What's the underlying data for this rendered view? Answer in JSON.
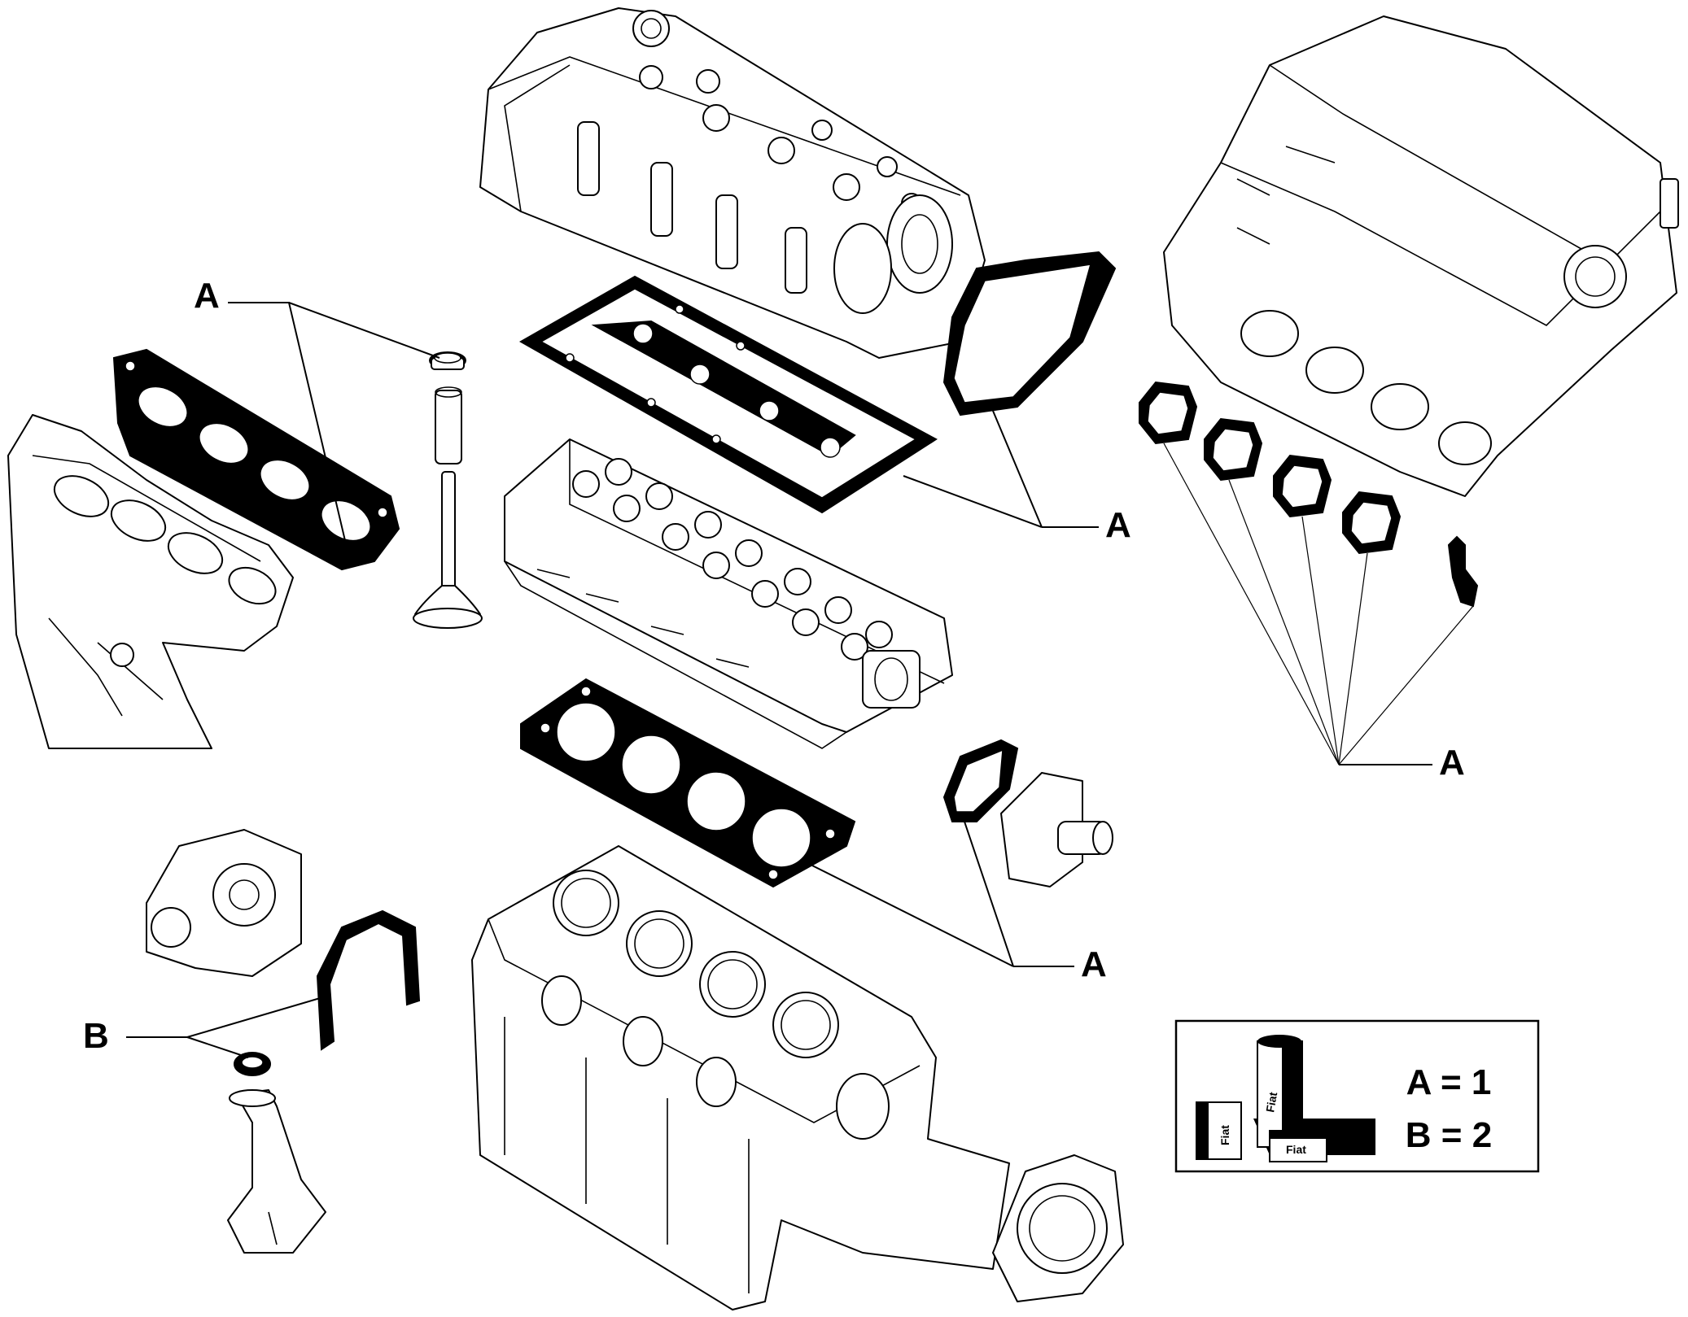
{
  "callouts": {
    "exhaust_manifold_gasket": "A",
    "valve_cover_gasket": "A",
    "intake_port_gaskets": "A",
    "head_gasket": "A",
    "timing_cover_seal": "B"
  },
  "legend": {
    "line_a": "A = 1",
    "line_b": "B = 2",
    "package_brand_1": "Fiat",
    "package_brand_2": "Fiat",
    "package_brand_3": "Fiat"
  }
}
